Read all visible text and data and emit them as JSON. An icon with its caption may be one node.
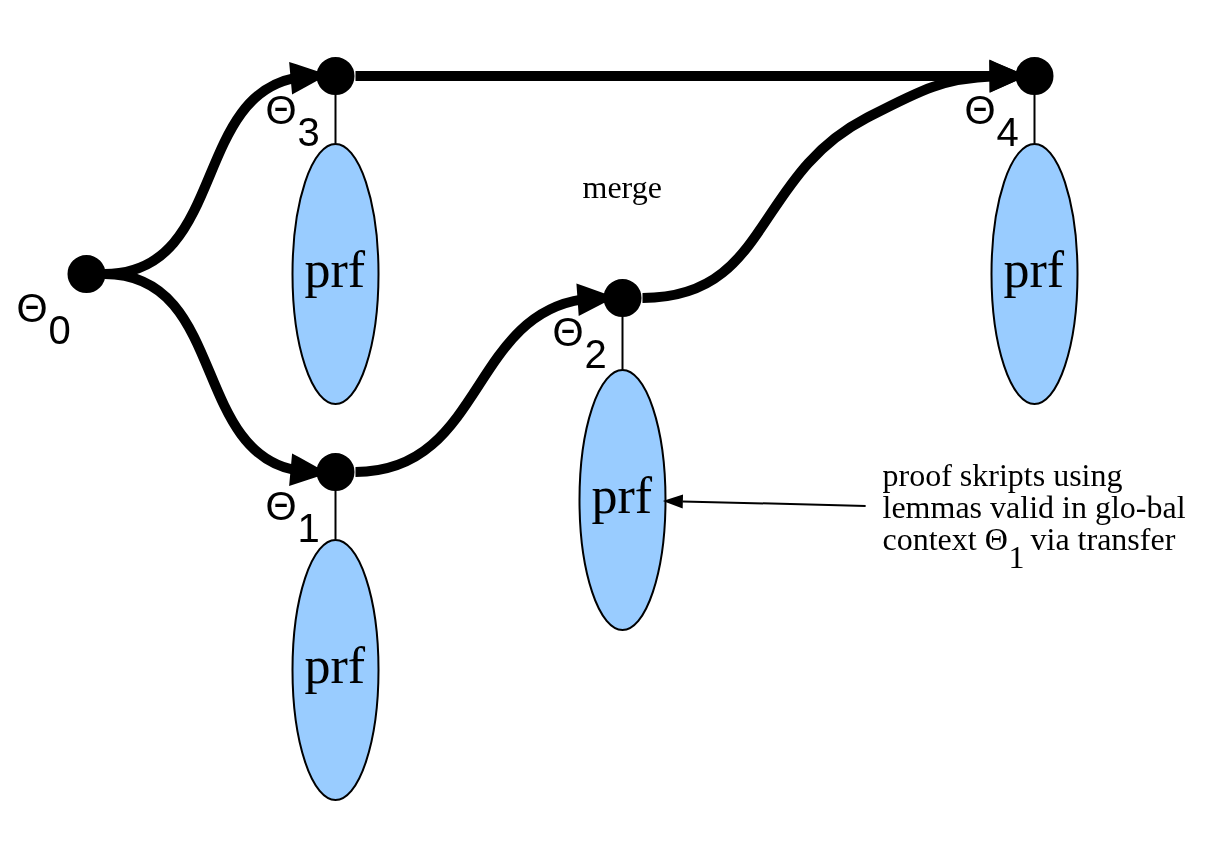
{
  "diagram": {
    "nodes": [
      {
        "text": [],
        "shape": "circle",
        "beside": [
          "Θ$_{0}$"
        ]
      },
      {
        "text": [],
        "shape": "circle",
        "beside": [
          "Θ$_{3}$"
        ]
      },
      {
        "text": [],
        "shape": "circle",
        "beside": [
          "Θ$_{1}$"
        ]
      },
      {
        "text": [],
        "shape": "circle",
        "beside": [
          "Θ$_{2}$"
        ]
      },
      {
        "text": [],
        "shape": "circle",
        "beside": [
          "Θ$_{4}$"
        ]
      },
      {
        "text": [
          "prf"
        ]
      },
      {
        "text": [
          "prf"
        ]
      },
      {
        "text": [
          "prf"
        ]
      },
      {
        "text": [
          "prf"
        ]
      },
      {
        "text": [
          "proof skripts using lemmas valid in glo-bal context Θ$_{1}$ via transfer"
        ]
      }
    ],
    "edges": [
      {
        "from": 0,
        "to": 1,
        "arrow": "to",
        "style": "thick"
      },
      {
        "from": 0,
        "to": 2,
        "arrow": "to",
        "style": "thick"
      },
      {
        "from": 2,
        "to": 3,
        "arrow": "to",
        "style": "thick"
      },
      {
        "from": 1,
        "to": 4,
        "arrow": "to",
        "style": "thick"
      },
      {
        "from": 3,
        "to": 4,
        "arrow": "to",
        "style": "thick"
      },
      {
        "from": 1,
        "to": 5,
        "arrow": "none"
      },
      {
        "from": 2,
        "to": 6,
        "arrow": "none"
      },
      {
        "from": 3,
        "to": 7,
        "arrow": "none"
      },
      {
        "from": 4,
        "to": 8,
        "arrow": "none"
      },
      {
        "from": 9,
        "to": 7,
        "arrow": "to"
      }
    ],
    "labels": [
      "merge"
    ]
  }
}
